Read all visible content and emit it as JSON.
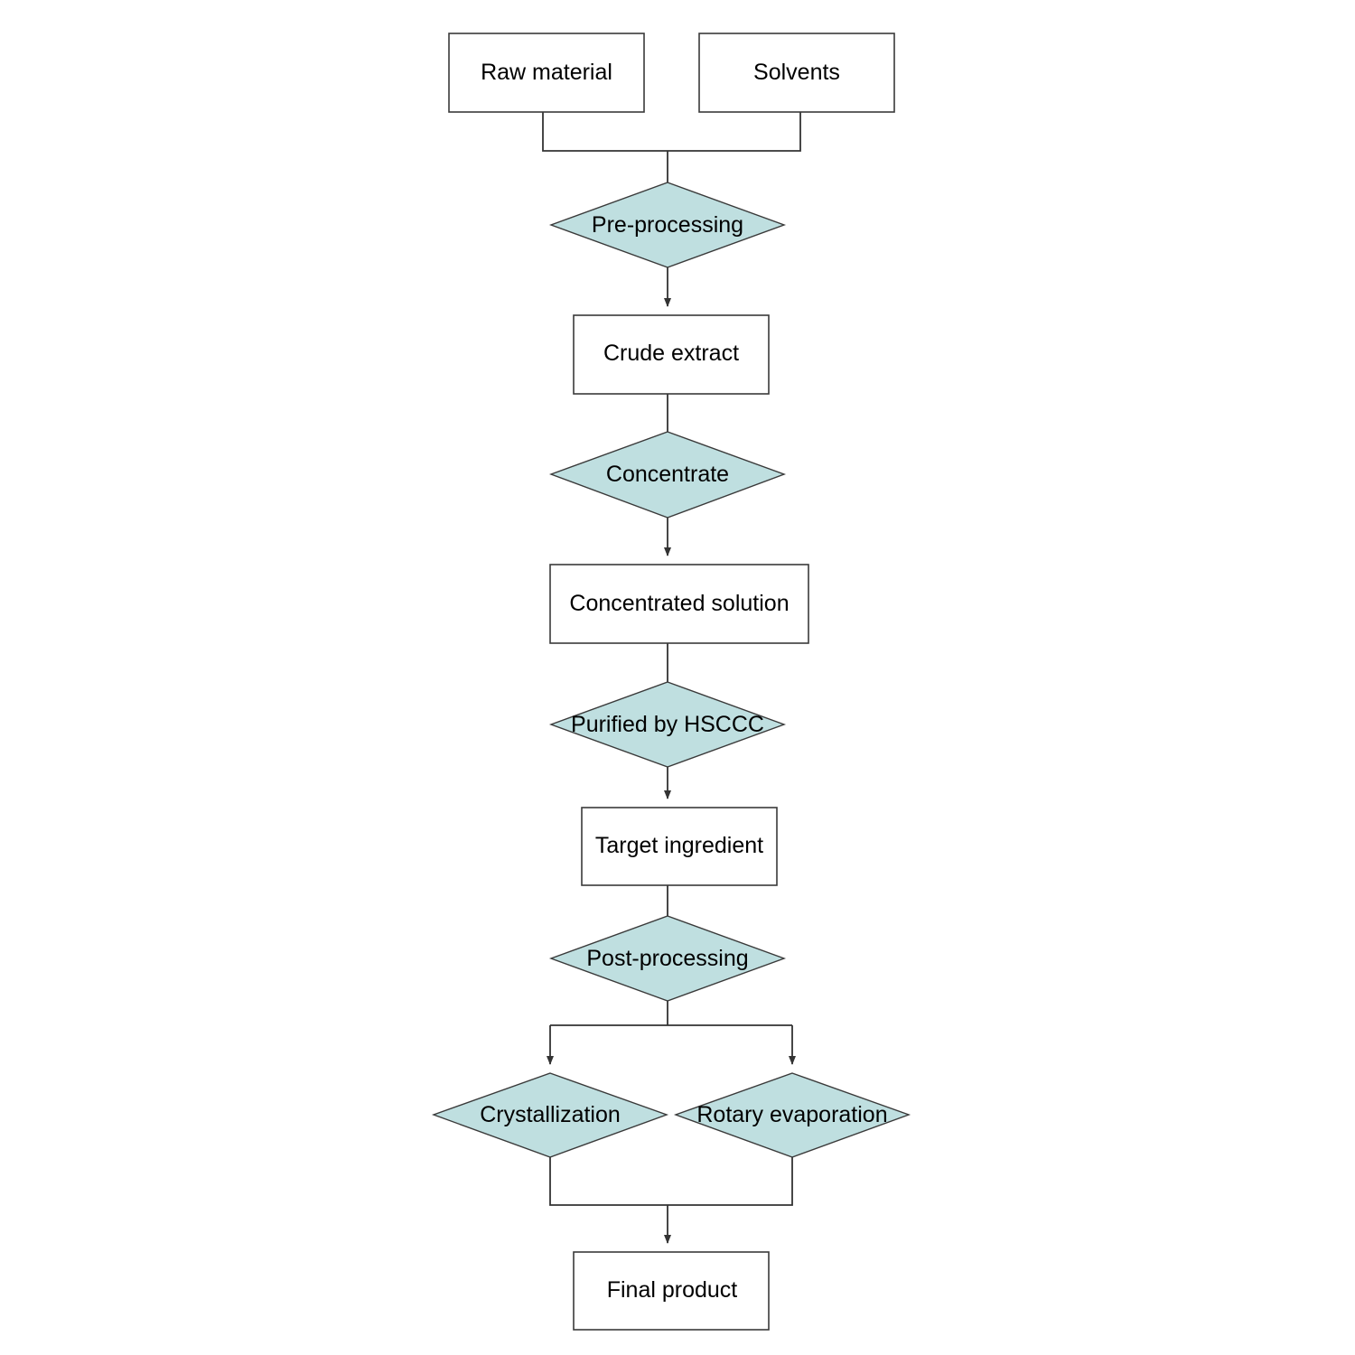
{
  "colors": {
    "diamond_fill": "#bfdfe0",
    "border": "#3a3a3a",
    "connector": "#333333"
  },
  "nodes": {
    "raw_material": "Raw material",
    "solvents": "Solvents",
    "pre_processing": "Pre-processing",
    "crude_extract": "Crude extract",
    "concentrate": "Concentrate",
    "concentrated_solution": "Concentrated solution",
    "purified_by_hsccc": "Purified by HSCCC",
    "target_ingredient": "Target ingredient",
    "post_processing": "Post-processing",
    "crystallization": "Crystallization",
    "rotary_evaporation": "Rotary evaporation",
    "final_product": "Final product"
  }
}
